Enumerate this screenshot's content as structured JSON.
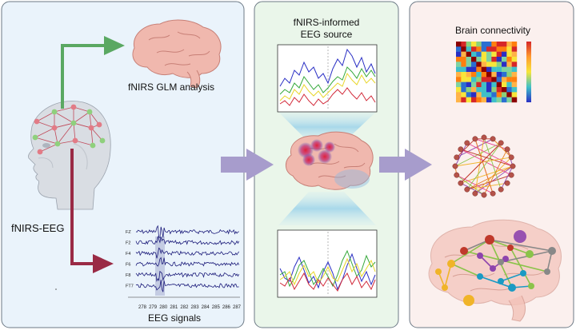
{
  "panels": {
    "left": {
      "label_head": "fNIRS-EEG",
      "label_glm": "fNIRS GLM analysis",
      "label_eeg": "EEG signals",
      "eeg_channels": [
        "FZ",
        "F2",
        "F4",
        "F6",
        "F8",
        "FT7"
      ],
      "eeg_ticks": [
        "278",
        "279",
        "280",
        "281",
        "282",
        "283",
        "284",
        "285",
        "286",
        "287"
      ]
    },
    "middle": {
      "title_line1": "fNIRS-informed",
      "title_line2": "EEG source"
    },
    "right": {
      "title": "Brain connectivity"
    }
  },
  "colors": {
    "panel_left_bg": "#eaf3fb",
    "panel_mid_bg": "#eaf6ea",
    "panel_right_bg": "#fbf0ee",
    "arrow_green": "#5aa862",
    "arrow_maroon": "#9a2a45",
    "arrow_purple": "#9b8fc4",
    "eeg_trace": "#1b1b7a",
    "brain_pink": "#f0b8ae"
  },
  "icons": {
    "head": "human-head-icon",
    "brain": "brain-icon",
    "connectivity": "connectivity-graph-icon"
  }
}
